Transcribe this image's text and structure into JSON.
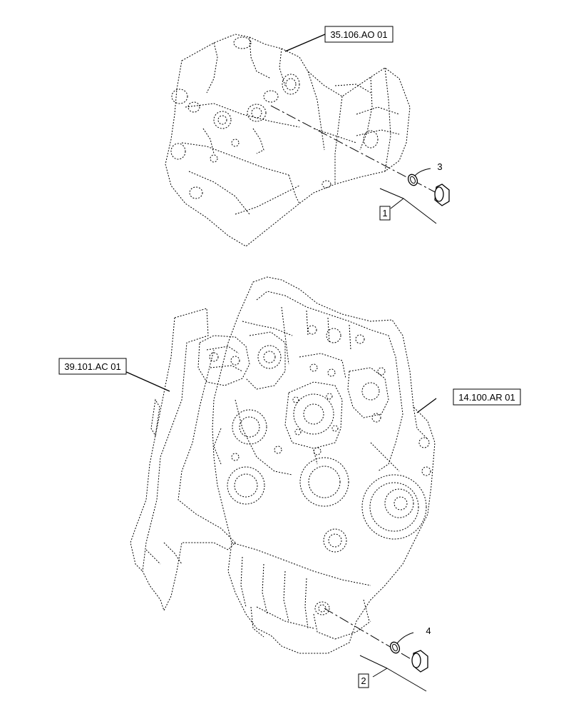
{
  "references": {
    "transmission": "35.106.AO 01",
    "frame": "39.101.AC 01",
    "engine": "14.100.AR 01"
  },
  "callouts": {
    "item1": "1",
    "item2": "2",
    "item3": "3",
    "item4": "4"
  }
}
